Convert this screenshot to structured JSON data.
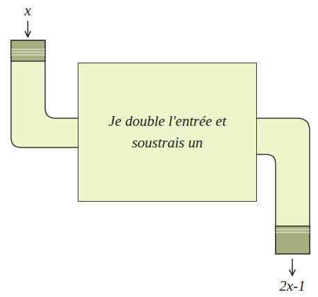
{
  "diagram": {
    "nodes": [
      {
        "text": [
          "Je double l'entrée et soustrais un"
        ]
      }
    ],
    "labels": [
      "x",
      "2x-1"
    ]
  }
}
